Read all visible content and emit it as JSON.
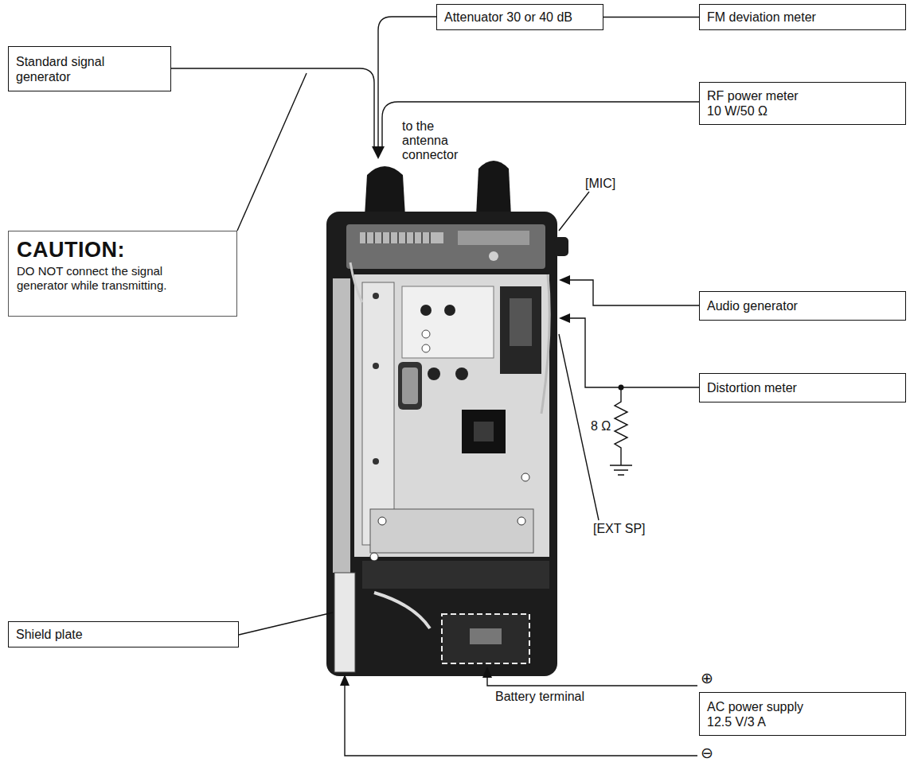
{
  "diagram": {
    "nodes": [
      {
        "text": [
          "Standard signal generator"
        ]
      },
      {
        "text": [
          "Attenuator 30 or 40 dB"
        ]
      },
      {
        "text": [
          "FM deviation meter"
        ]
      },
      {
        "text": [
          "RF power meter 10 W/50 Ω"
        ]
      },
      {
        "text": [
          "CAUTION:",
          "DO NOT connect the signal generator while transmitting."
        ]
      },
      {
        "text": [
          "Audio generator"
        ]
      },
      {
        "text": [
          "Distortion meter"
        ]
      },
      {
        "text": [
          "Shield plate"
        ]
      },
      {
        "text": [
          "AC power supply 12.5 V/3 A"
        ]
      }
    ],
    "edges": [
      {
        "from": 1,
        "to": 2,
        "arrow": "none"
      }
    ],
    "labels": [
      "to the antenna connector",
      "[MIC]",
      "8 Ω",
      "[EXT SP]",
      "Battery terminal",
      "⊕",
      "⊖"
    ]
  }
}
